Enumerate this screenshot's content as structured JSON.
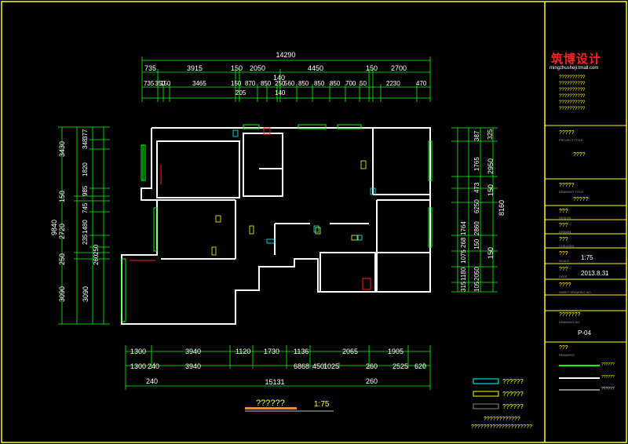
{
  "drawing": {
    "title": "??????",
    "scale": "1:75"
  },
  "dims_top": {
    "overall": "14290",
    "row1": [
      "735",
      "3915",
      "150",
      "2050",
      "4450",
      "150",
      "2700"
    ],
    "row1b": "140",
    "row2": [
      "735",
      "350",
      "150",
      "3465",
      "150",
      "870",
      "850",
      "250",
      "560",
      "850",
      "850",
      "850",
      "700",
      "50",
      "2230",
      "470"
    ],
    "row3": [
      "205",
      "140"
    ]
  },
  "dims_left": {
    "overall": "9840",
    "outer": [
      "3430",
      "150",
      "2720",
      "250",
      "3090"
    ],
    "inner": [
      "377",
      "348",
      "1820",
      "985",
      "745",
      "1480",
      "235",
      "250",
      "260",
      "3090"
    ]
  },
  "dims_right": {
    "overall": "8160",
    "outer": [
      "325",
      "2950",
      "150",
      "150"
    ],
    "mid": [
      "387",
      "1765",
      "473",
      "6250",
      "2860",
      "150",
      "2050",
      "105"
    ],
    "inner": [
      "1764",
      "268",
      "1075",
      "1180",
      "315"
    ]
  },
  "dims_bottom": {
    "overall": "15131",
    "row1": [
      "1300",
      "3940",
      "1120",
      "1730",
      "1136",
      "2065",
      "1905"
    ],
    "row2": [
      "1300",
      "240",
      "3940",
      "6868",
      "450",
      "1025",
      "260",
      "2525",
      "620"
    ],
    "row3": [
      "240",
      "260"
    ]
  },
  "legend": {
    "items": [
      "??????",
      "??????",
      "??????"
    ],
    "note_line1": "????????????",
    "note_line2": "????????????????????"
  },
  "panel": {
    "logo": "筑博设计",
    "url": "mingzhusheji.tmall.com",
    "notes": [
      "??????????",
      "??????????",
      "??????????",
      "??????????",
      "??????????",
      "??????????"
    ],
    "project_label": "?????",
    "project_sub": "PROJECT TITLE",
    "project_value": "????",
    "drawing_label": "?????",
    "drawing_sub": "DRAWING TITLE",
    "drawing_value": "?????",
    "f1_label": "???",
    "f1_sub": "DESIGN",
    "f2_label": "???",
    "f2_sub": "DRAWN",
    "f3_label": "???",
    "f3_sub": "CHECKED",
    "scale_label": "???",
    "scale_sub": "SCALE",
    "scale_value": "1:75",
    "date_label": "???",
    "date_sub": "DATE",
    "date_value": "2013.8.31",
    "sheet_label": "????",
    "sheet_sub": "SHEET DRAWING NO.",
    "stamp_label": "???????",
    "no_sub": "DRAWING NO.",
    "no_value": "P-04",
    "remarks_label": "???",
    "remarks_sub": "REMARKS",
    "legend_right": [
      "??????",
      "??????",
      "??????"
    ]
  },
  "colors": {
    "background": "#000000",
    "frame": "#ffff00",
    "wall": "#ffffff",
    "window": "#00ff00",
    "dimension": "#00ff00",
    "accent": "#ff2020"
  }
}
